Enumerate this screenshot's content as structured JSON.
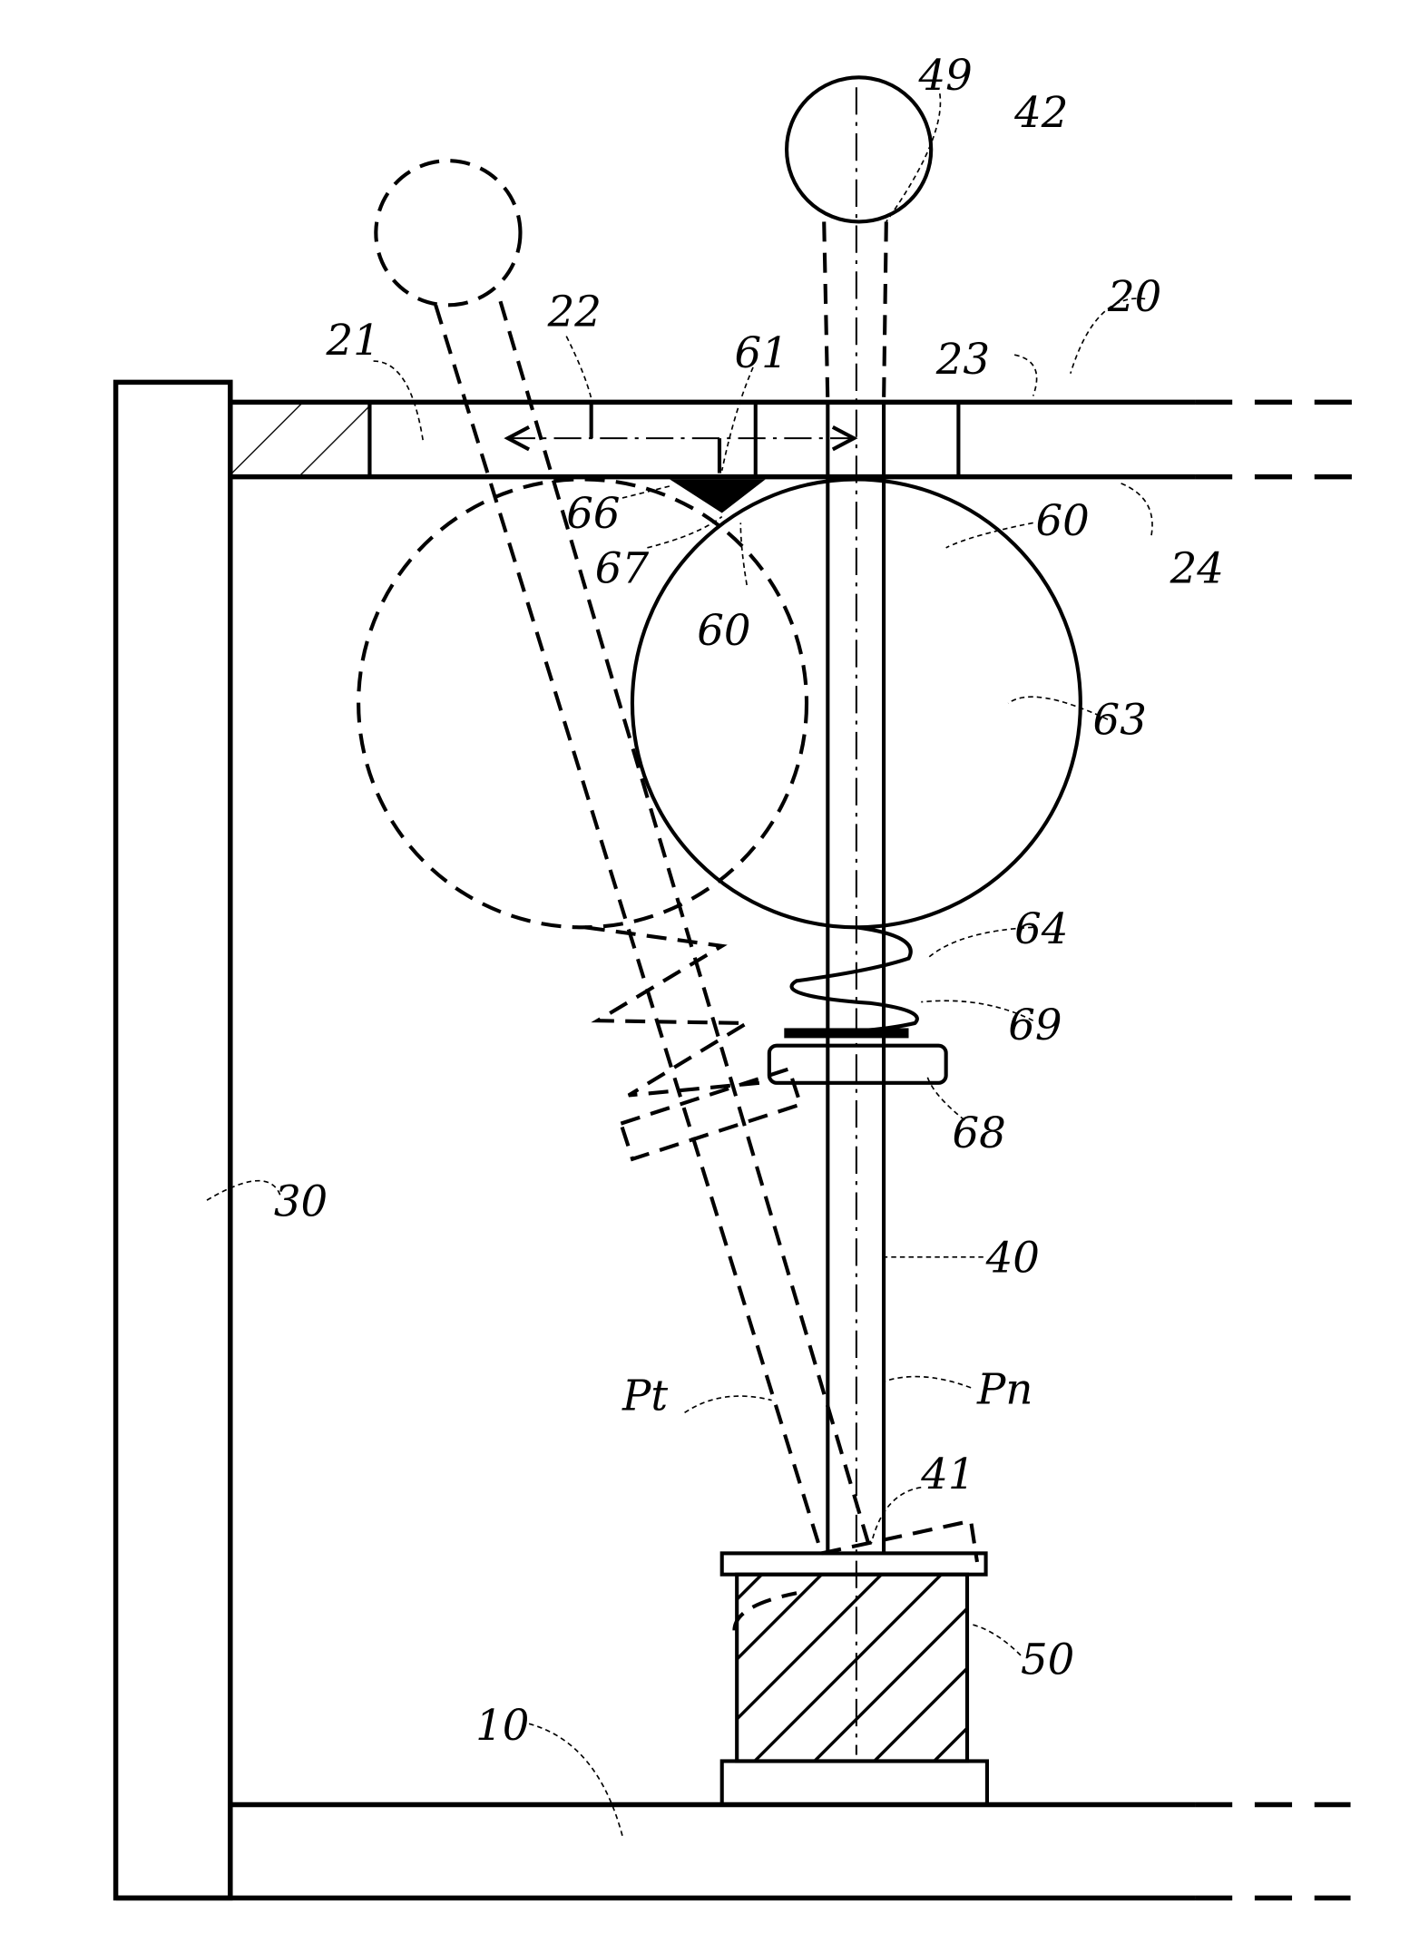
{
  "figure": {
    "labels": {
      "l49": "49",
      "l42": "42",
      "l20": "20",
      "l21": "21",
      "l22": "22",
      "l61": "61",
      "l23": "23",
      "l66": "66",
      "l60a": "60",
      "l24": "24",
      "l67": "67",
      "l60b": "60",
      "l63": "63",
      "l64": "64",
      "l69": "69",
      "l68": "68",
      "l30": "30",
      "l40": "40",
      "lPt": "Pt",
      "lPn": "Pn",
      "l41": "41",
      "l50": "50",
      "l10": "10"
    },
    "colors": {
      "line": "#000000",
      "background": "#ffffff"
    }
  }
}
